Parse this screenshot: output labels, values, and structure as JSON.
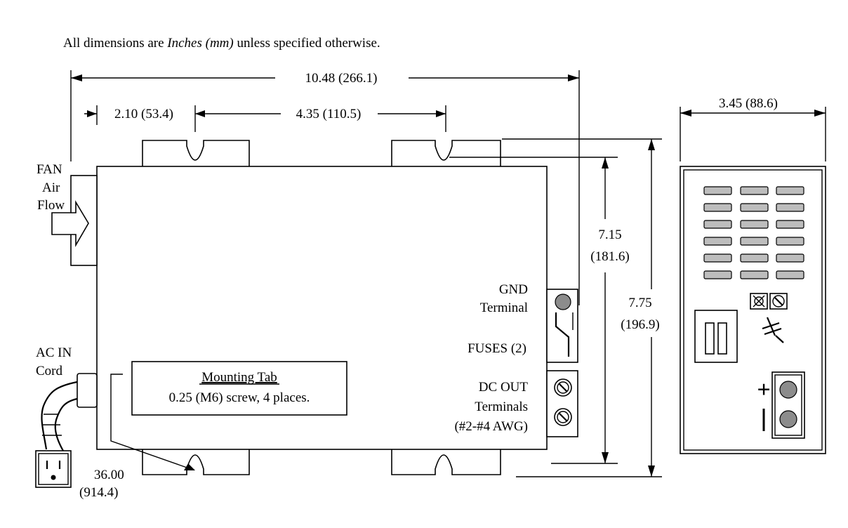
{
  "note": {
    "prefix": "All dimensions are ",
    "unit": "Inches (mm)",
    "suffix": " unless specified otherwise."
  },
  "dimensions": {
    "overall_width": "10.48 (266.1)",
    "tab_offset": "2.10 (53.4)",
    "tab_spacing": "4.35 (110.5)",
    "side_width": "3.45  (88.6)",
    "inner_height_in": "7.15",
    "inner_height_mm": "(181.6)",
    "overall_height_in": "7.75",
    "overall_height_mm": "(196.9)",
    "cord_length_in": "36.00",
    "cord_length_mm": "(914.4)"
  },
  "labels": {
    "fan_line1": "FAN",
    "fan_line2": "Air",
    "fan_line3": "Flow",
    "ac_in_line1": "AC IN",
    "ac_in_line2": "Cord",
    "gnd_line1": "GND",
    "gnd_line2": "Terminal",
    "fuses": "FUSES  (2)",
    "dc_out_line1": "DC OUT",
    "dc_out_line2": "Terminals",
    "dc_out_line3": "(#2-#4 AWG)",
    "mounting_title": "Mounting Tab",
    "mounting_desc": "0.25 (M6) screw, 4 places.",
    "plus": "+",
    "minus": "-"
  }
}
